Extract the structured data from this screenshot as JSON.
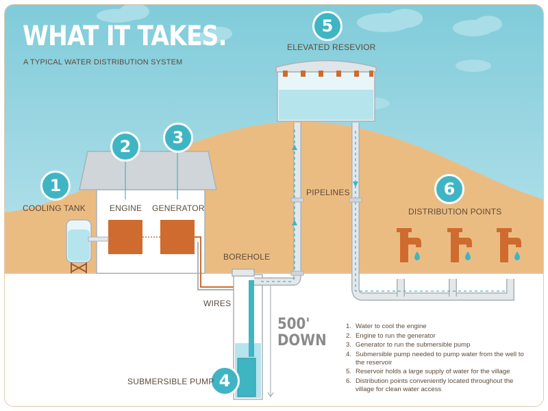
{
  "header": {
    "title": "WHAT IT TAKES.",
    "subtitle": "A TYPICAL WATER DISTRIBUTION SYSTEM"
  },
  "components": [
    {
      "number": "1",
      "label": "COOLING TANK"
    },
    {
      "number": "2",
      "label": "ENGINE"
    },
    {
      "number": "3",
      "label": "GENERATOR"
    },
    {
      "number": "4",
      "label": "SUBMERSIBLE PUMP"
    },
    {
      "number": "5",
      "label": "ELEVATED RESEVIOR"
    },
    {
      "number": "6",
      "label": "DISTRIBUTION POINTS"
    }
  ],
  "callouts": {
    "pipelines": "PIPELINES",
    "borehole": "BOREHOLE",
    "wires": "WIRES"
  },
  "depth": {
    "value": "500'",
    "unit": "DOWN"
  },
  "legend": [
    {
      "n": "1.",
      "text": "Water to cool the engine"
    },
    {
      "n": "2.",
      "text": "Engine to run the generator"
    },
    {
      "n": "3.",
      "text": "Generator to run the submersible pump"
    },
    {
      "n": "4.",
      "text": "Submersible pump needed to pump water from the well to the reservoir"
    },
    {
      "n": "5.",
      "text": "Reservoir holds a large supply of water for the village"
    },
    {
      "n": "6.",
      "text": "Distribution points conveniently located throughout the village for clean water access"
    }
  ],
  "colors": {
    "sky": "#8fd3e0",
    "hill": "#ebbc82",
    "accent": "#3fb5c4",
    "rust": "#cf6b2e",
    "water": "#b6e4ec",
    "pipe": "#e4e8ea"
  }
}
